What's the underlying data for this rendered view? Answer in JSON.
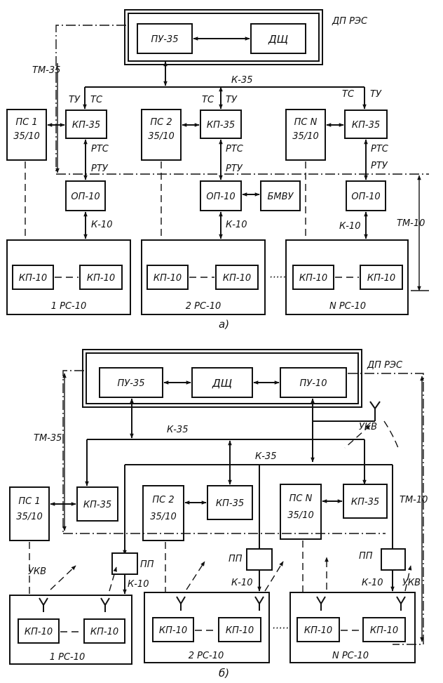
{
  "a": {
    "dp_label": "ДП РЭС",
    "pu": "ПУ-35",
    "dsh": "ДЩ",
    "tm35": "ТМ-35",
    "tm10": "ТМ-10",
    "k35": "К-35",
    "ts": "ТС",
    "tu": "ТУ",
    "rts": "РТС",
    "rtu": "РТУ",
    "k10": "К-10",
    "kp35": "КП-35",
    "op10": "ОП-10",
    "bmvu": "БМВУ",
    "kp10": "КП-10",
    "ps1_a": "ПС 1",
    "ps2_a": "ПС 2",
    "psn_a": "ПС N",
    "ps_b": "35/10",
    "rs1": "1 РС-10",
    "rs2": "2 РС-10",
    "rsn": "N РС-10",
    "dots": "·····",
    "caption": "а)"
  },
  "b": {
    "dp_label": "ДП РЭС",
    "pu35": "ПУ-35",
    "dsh": "ДЩ",
    "pu10": "ПУ-10",
    "tm35": "ТМ-35",
    "tm10": "ТМ-10",
    "k35": "К-35",
    "k10": "К-10",
    "ukv": "УКВ",
    "pp": "ПП",
    "kp35": "КП-35",
    "kp10": "КП-10",
    "ps1_a": "ПС 1",
    "ps2_a": "ПС 2",
    "psn_a": "ПС N",
    "ps_b": "35/10",
    "rs1": "1 РС-10",
    "rs2": "2 РС-10",
    "rsn": "N РС-10",
    "dots": "·····",
    "caption": "б)"
  }
}
